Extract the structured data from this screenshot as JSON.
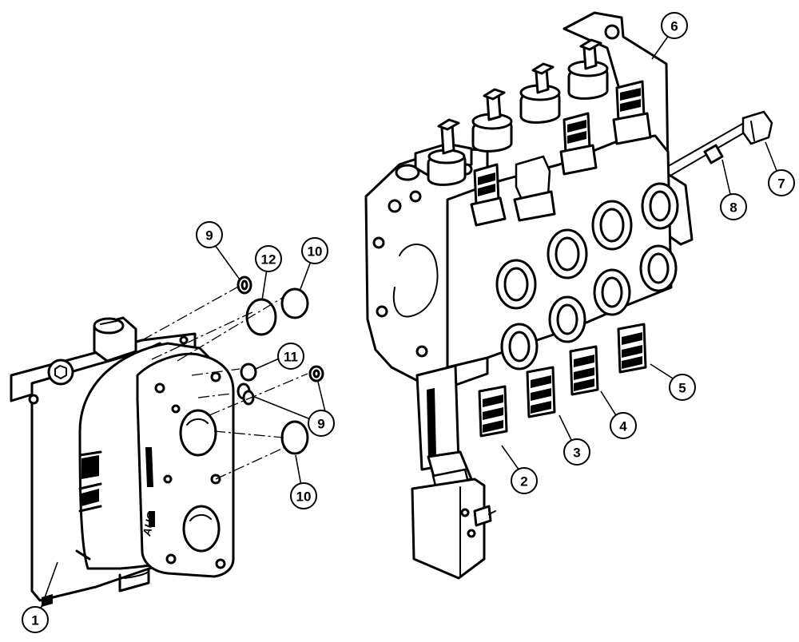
{
  "callouts": [
    {
      "id": "c1",
      "label": "1"
    },
    {
      "id": "c2",
      "label": "2"
    },
    {
      "id": "c3",
      "label": "3"
    },
    {
      "id": "c4",
      "label": "4"
    },
    {
      "id": "c5",
      "label": "5"
    },
    {
      "id": "c6",
      "label": "6"
    },
    {
      "id": "c7",
      "label": "7"
    },
    {
      "id": "c8",
      "label": "8"
    },
    {
      "id": "c9a",
      "label": "9"
    },
    {
      "id": "c9b",
      "label": "9"
    },
    {
      "id": "c10a",
      "label": "10"
    },
    {
      "id": "c10b",
      "label": "10"
    },
    {
      "id": "c11",
      "label": "11"
    },
    {
      "id": "c12",
      "label": "12"
    }
  ],
  "housing_marking": "AUG"
}
